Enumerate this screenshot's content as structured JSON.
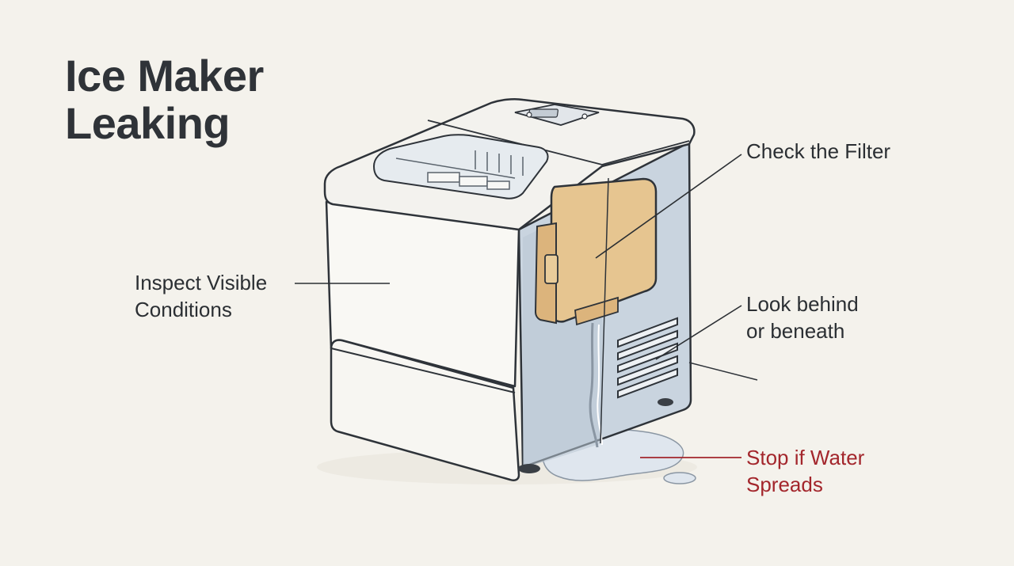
{
  "title": {
    "line1": "Ice Maker",
    "line2": "Leaking"
  },
  "callouts": {
    "inspect": {
      "line1": "Inspect Visible",
      "line2": "Conditions"
    },
    "filter": {
      "text": "Check the Filter"
    },
    "behind": {
      "line1": "Look behind",
      "line2": "or beneath"
    },
    "stop": {
      "line1": "Stop if Water",
      "line2": "Spreads"
    }
  },
  "colors": {
    "ink": "#2b2f33",
    "warning": "#a3262c",
    "filter_fill": "#e6c590",
    "water": "#dfe6ee",
    "shadow_side": "#c7d2de"
  }
}
